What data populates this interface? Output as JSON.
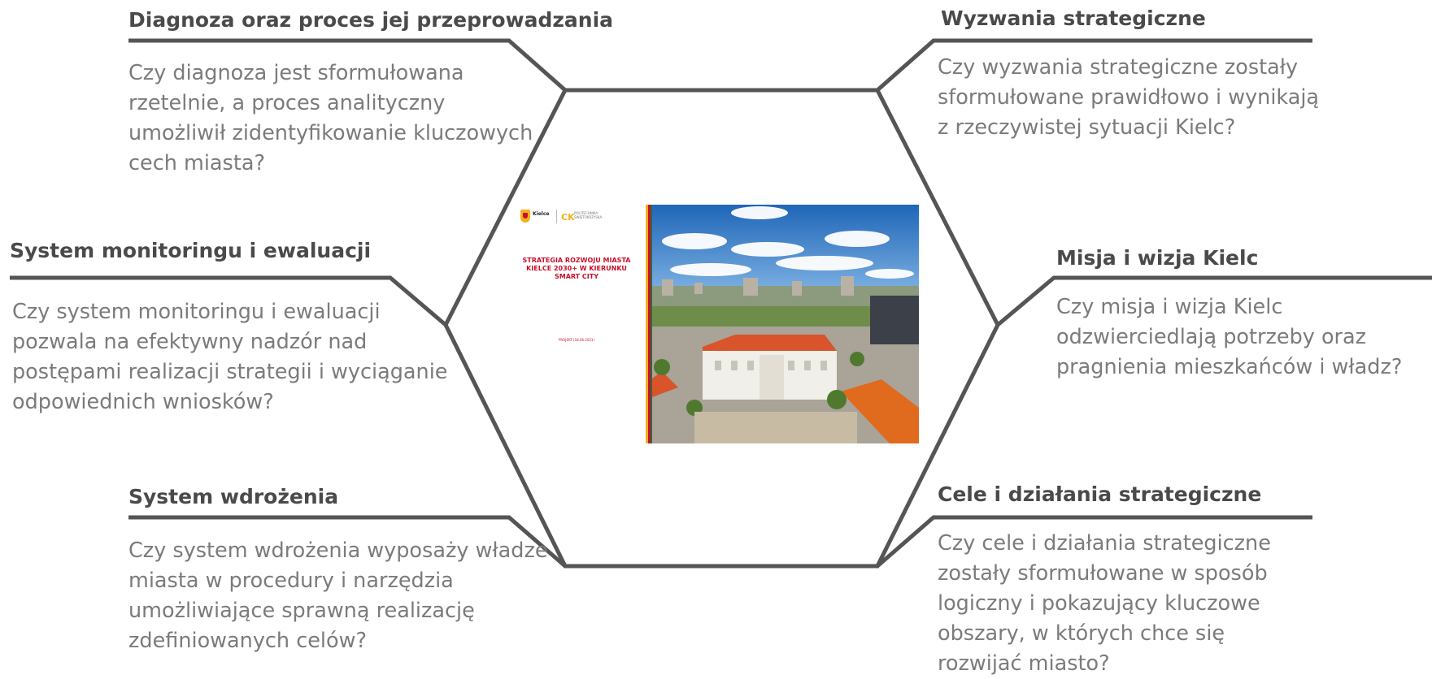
{
  "blocks": {
    "diagnoza": {
      "title": "Diagnoza oraz proces jej przeprowadzania",
      "text": "Czy diagnoza jest sformułowana rzetelnie, a proces analityczny umożliwił zidentyfikowanie kluczowych cech miasta?"
    },
    "wyzwania": {
      "title": "Wyzwania strategiczne",
      "text": "Czy wyzwania strategiczne zostały sformułowane prawidłowo i wynikają z rzeczywistej sytuacji Kielc?"
    },
    "monitoring": {
      "title": "System monitoringu i ewaluacji",
      "text": "Czy system monitoringu i ewaluacji pozwala na efektywny nadzór nad postępami realizacji strategii i wyciąganie odpowiednich wniosków?"
    },
    "misja": {
      "title": "Misja i wizja Kielc",
      "text": "Czy misja i wizja Kielc odzwierciedlają potrzeby oraz pragnienia mieszkańców i władz?"
    },
    "wdrozenie": {
      "title": "System wdrożenia",
      "text": "Czy system wdrożenia wyposaży władze miasta w procedury i narzędzia umożliwiające sprawną realizację zdefiniowanych celów?"
    },
    "cele": {
      "title": "Cele i działania strategiczne",
      "text": "Czy cele i działania strategiczne zostały sformułowane w sposób logiczny i pokazujący kluczowe obszary, w których chce się rozwijać miasto?"
    }
  },
  "cover": {
    "logo_city": "Kielce",
    "logo_partner": "CK",
    "logo_partner_text": "POLITECHNIKA ŚWIĘTOKRZYSKA",
    "title": "STRATEGIA ROZWOJU MIASTA KIELCE 2030+ W KIERUNKU SMART CITY",
    "subtitle": "PROJEKT (18.06.2021)"
  },
  "colors": {
    "line": "#555555",
    "title": "#4a4a4a",
    "text": "#7b7b7b",
    "accent": "#c8102e"
  }
}
